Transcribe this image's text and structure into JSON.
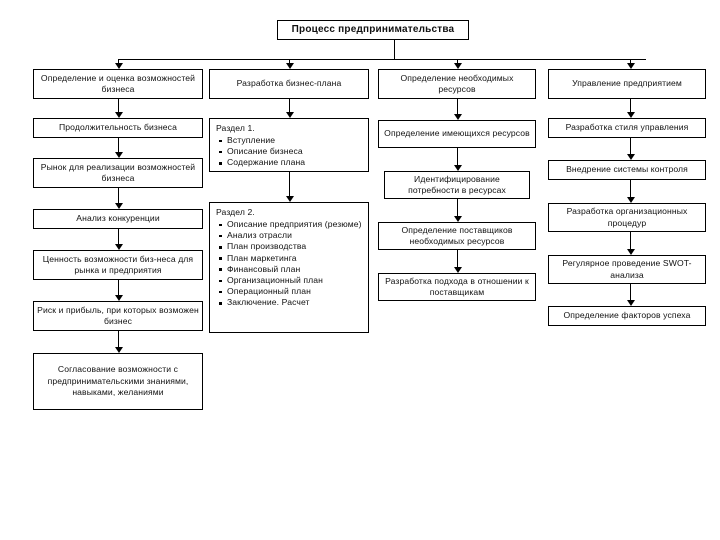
{
  "diagram": {
    "title": "Процесс предпринимательства",
    "columns": [
      {
        "id": "col-opportunity",
        "header": "Определение и оценка возможностей бизнеса",
        "steps": [
          {
            "label": "Продолжительность бизнеса"
          },
          {
            "label": "Рынок для реализации возможностей бизнеса"
          },
          {
            "label": "Анализ конкуренции"
          },
          {
            "label": "Ценность возможности биз-неса для рынка и предприятия"
          },
          {
            "label": "Риск и прибыль, при которых возможен бизнес"
          },
          {
            "label": "Согласование возможности с предпринимательскими знаниями, навыками, желаниями"
          }
        ]
      },
      {
        "id": "col-business-plan",
        "header": "Разработка бизнес-плана",
        "sections": [
          {
            "heading": "Раздел 1.",
            "items": [
              "Вступление",
              "Описание бизнеса",
              "Содержание плана"
            ]
          },
          {
            "heading": "Раздел 2.",
            "items": [
              "Описание предприятия (резюме)",
              "Анализ отрасли",
              "План производства",
              "План маркетинга",
              "Финансовый план",
              "Организационный план",
              "Операционный план",
              "Заключение. Расчет"
            ]
          }
        ]
      },
      {
        "id": "col-resources",
        "header": "Определение необходимых ресурсов",
        "steps": [
          {
            "label": "Определение имеющихся ресурсов"
          },
          {
            "label": "Идентифицирование потребности в ресурсах"
          },
          {
            "label": "Определение поставщиков необходимых ресурсов"
          },
          {
            "label": "Разработка подхода в отношении к поставщикам"
          }
        ]
      },
      {
        "id": "col-management",
        "header": "Управление предприятием",
        "steps": [
          {
            "label": "Разработка стиля управления"
          },
          {
            "label": "Внедрение системы контроля"
          },
          {
            "label": "Разработка организационных процедур"
          },
          {
            "label": "Регулярное проведение SWOT-анализа"
          },
          {
            "label": "Определение факторов успеха"
          }
        ]
      }
    ],
    "colors": {
      "line": "#000000",
      "box_fill": "#ffffff",
      "text": "#111111"
    }
  }
}
